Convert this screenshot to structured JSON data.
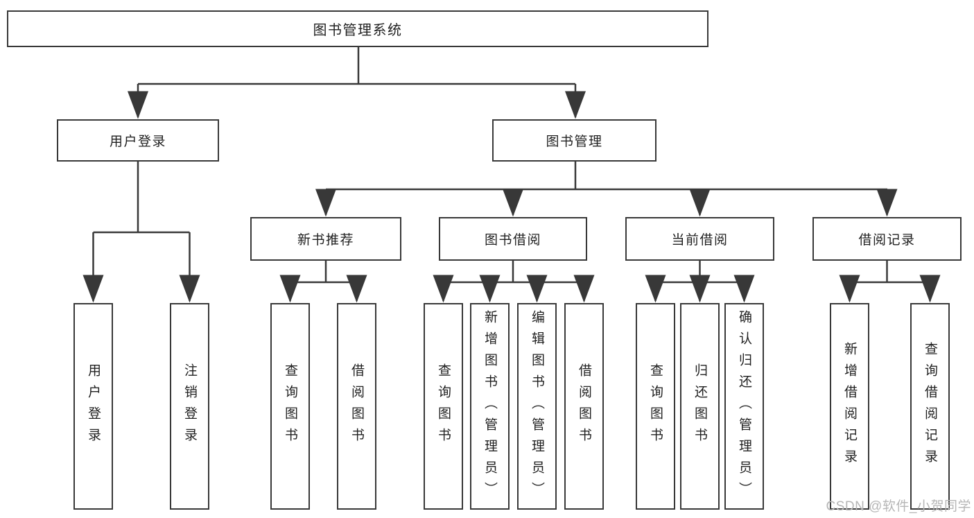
{
  "diagram": {
    "root": {
      "label": "图书管理系统"
    },
    "branches": [
      {
        "label": "用户登录",
        "children": [
          {
            "label": "用户登录"
          },
          {
            "label": "注销登录"
          }
        ]
      },
      {
        "label": "图书管理",
        "children": [
          {
            "label": "新书推荐",
            "children": [
              {
                "label": "查询图书"
              },
              {
                "label": "借阅图书"
              }
            ]
          },
          {
            "label": "图书借阅",
            "children": [
              {
                "label": "查询图书"
              },
              {
                "label": "新增图书（管理员）"
              },
              {
                "label": "编辑图书（管理员）"
              },
              {
                "label": "借阅图书"
              }
            ]
          },
          {
            "label": "当前借阅",
            "children": [
              {
                "label": "查询图书"
              },
              {
                "label": "归还图书"
              },
              {
                "label": "确认归还（管理员）"
              }
            ]
          },
          {
            "label": "借阅记录",
            "children": [
              {
                "label": "新增借阅记录"
              },
              {
                "label": "查询借阅记录"
              }
            ]
          }
        ]
      }
    ]
  },
  "watermark": {
    "text": "CSDN @软件_小贺同学"
  },
  "colors": {
    "line": "#383838",
    "box_border": "#383838",
    "box_fill": "#ffffff",
    "text": "#1f1f1f",
    "watermark": "#b6b6b6",
    "background": "#ffffff"
  }
}
